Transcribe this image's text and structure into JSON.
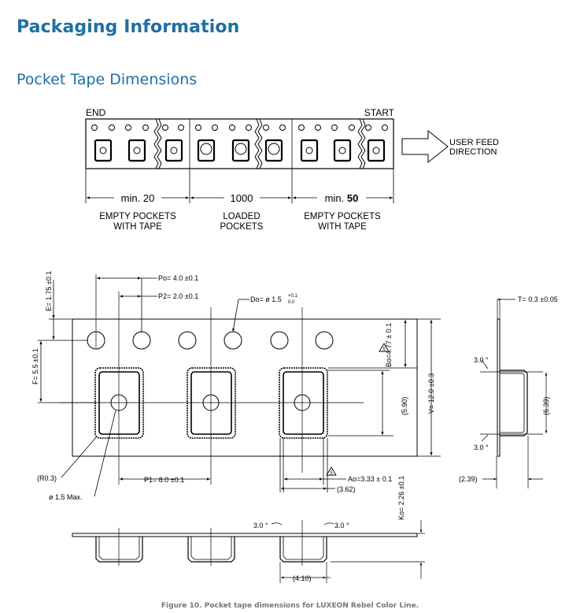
{
  "heading": "Packaging Information",
  "subheading": "Pocket Tape Dimensions",
  "tape_overview": {
    "end_label": "END",
    "start_label": "START",
    "feed_line1": "USER FEED",
    "feed_line2": "DIRECTION",
    "seg_left_count": "min. 20",
    "seg_mid_count": "1000",
    "seg_right_prefix": "min.",
    "seg_right_value": "50",
    "seg_left_line1": "EMPTY POCKETS",
    "seg_left_line2": "WITH TAPE",
    "seg_mid_line1": "LOADED",
    "seg_mid_line2": "POCKETS",
    "seg_right_line1": "EMPTY POCKETS",
    "seg_right_line2": "WITH TAPE"
  },
  "dimensions": {
    "po": "Po= 4.0 ±0.1",
    "p2": "P2= 2.0 ±0.1",
    "do_main": "Do= ø 1.5",
    "do_tol_top": "+0.1",
    "do_tol_bot": "0.0",
    "e": "E= 1.75 ±0.1",
    "f": "F= 5.5 ±0.1",
    "bo": "Bo=4.77 ± 0.1",
    "v": "V= 12.0 ±0.3",
    "bo_ref": "(5.90)",
    "r": "(R0.3)",
    "hole": "ø 1.5 Max.",
    "p1": "P1= 8.0 ±0.1",
    "ao": "Ao=3.33 ± 0.1",
    "ao_ref": "(3.62)",
    "t": "T= 0.3 ±0.05",
    "angle": "3.0 °",
    "side_ref": "(6.39)",
    "side_w": "(2.39)",
    "ko": "Ko= 2.26 ±0.1",
    "pocket_w": "(4.10)",
    "warn": "5"
  },
  "caption": "Figure 10. Pocket tape dimensions for LUXEON Rebel Color Line."
}
